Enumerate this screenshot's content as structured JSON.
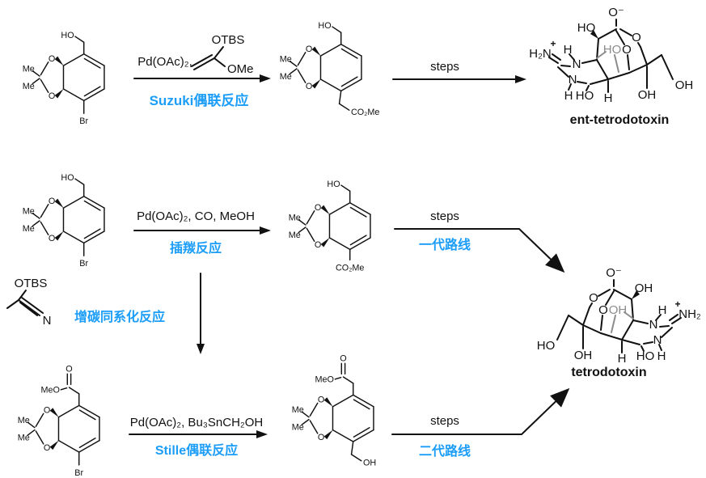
{
  "colors": {
    "accent_blue": "#1B9DF8",
    "bond_black": "#111111",
    "gray_label": "#8c8c8c",
    "background": "#ffffff"
  },
  "atoms": {
    "HO": "HO",
    "OH": "OH",
    "Me": "Me",
    "O": "O",
    "Br": "Br",
    "CO2Me": "CO₂Me",
    "MeO": "MeO",
    "N": "N",
    "H": "H",
    "Ominus": "O⁻",
    "H2N": "H₂N",
    "NH2": "NH₂",
    "plus": "+",
    "OTBS": "OTBS",
    "OMe": "OMe"
  },
  "row1": {
    "conditions": "Pd(OAc)₂,",
    "reaction_cn": "Suzuki偶联反应",
    "steps": "steps",
    "product_name": "ent-tetrodotoxin"
  },
  "row2": {
    "conditions": "Pd(OAc)₂, CO, MeOH",
    "reaction_cn": "插羰反应",
    "steps": "steps",
    "route_cn": "一代路线",
    "homologation_cn": "增碳同系化反应",
    "product_name": "tetrodotoxin"
  },
  "row3": {
    "conditions": "Pd(OAc)₂, Bu₃SnCH₂OH",
    "reaction_cn": "Stille偶联反应",
    "steps": "steps",
    "route_cn": "二代路线"
  }
}
